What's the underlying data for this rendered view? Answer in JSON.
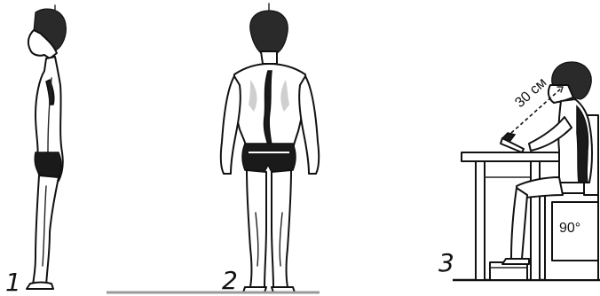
{
  "figures": [
    {
      "label": "1"
    },
    {
      "label": "2"
    },
    {
      "label": "3",
      "distance_label": "30 см",
      "angle_label": "90°"
    }
  ]
}
